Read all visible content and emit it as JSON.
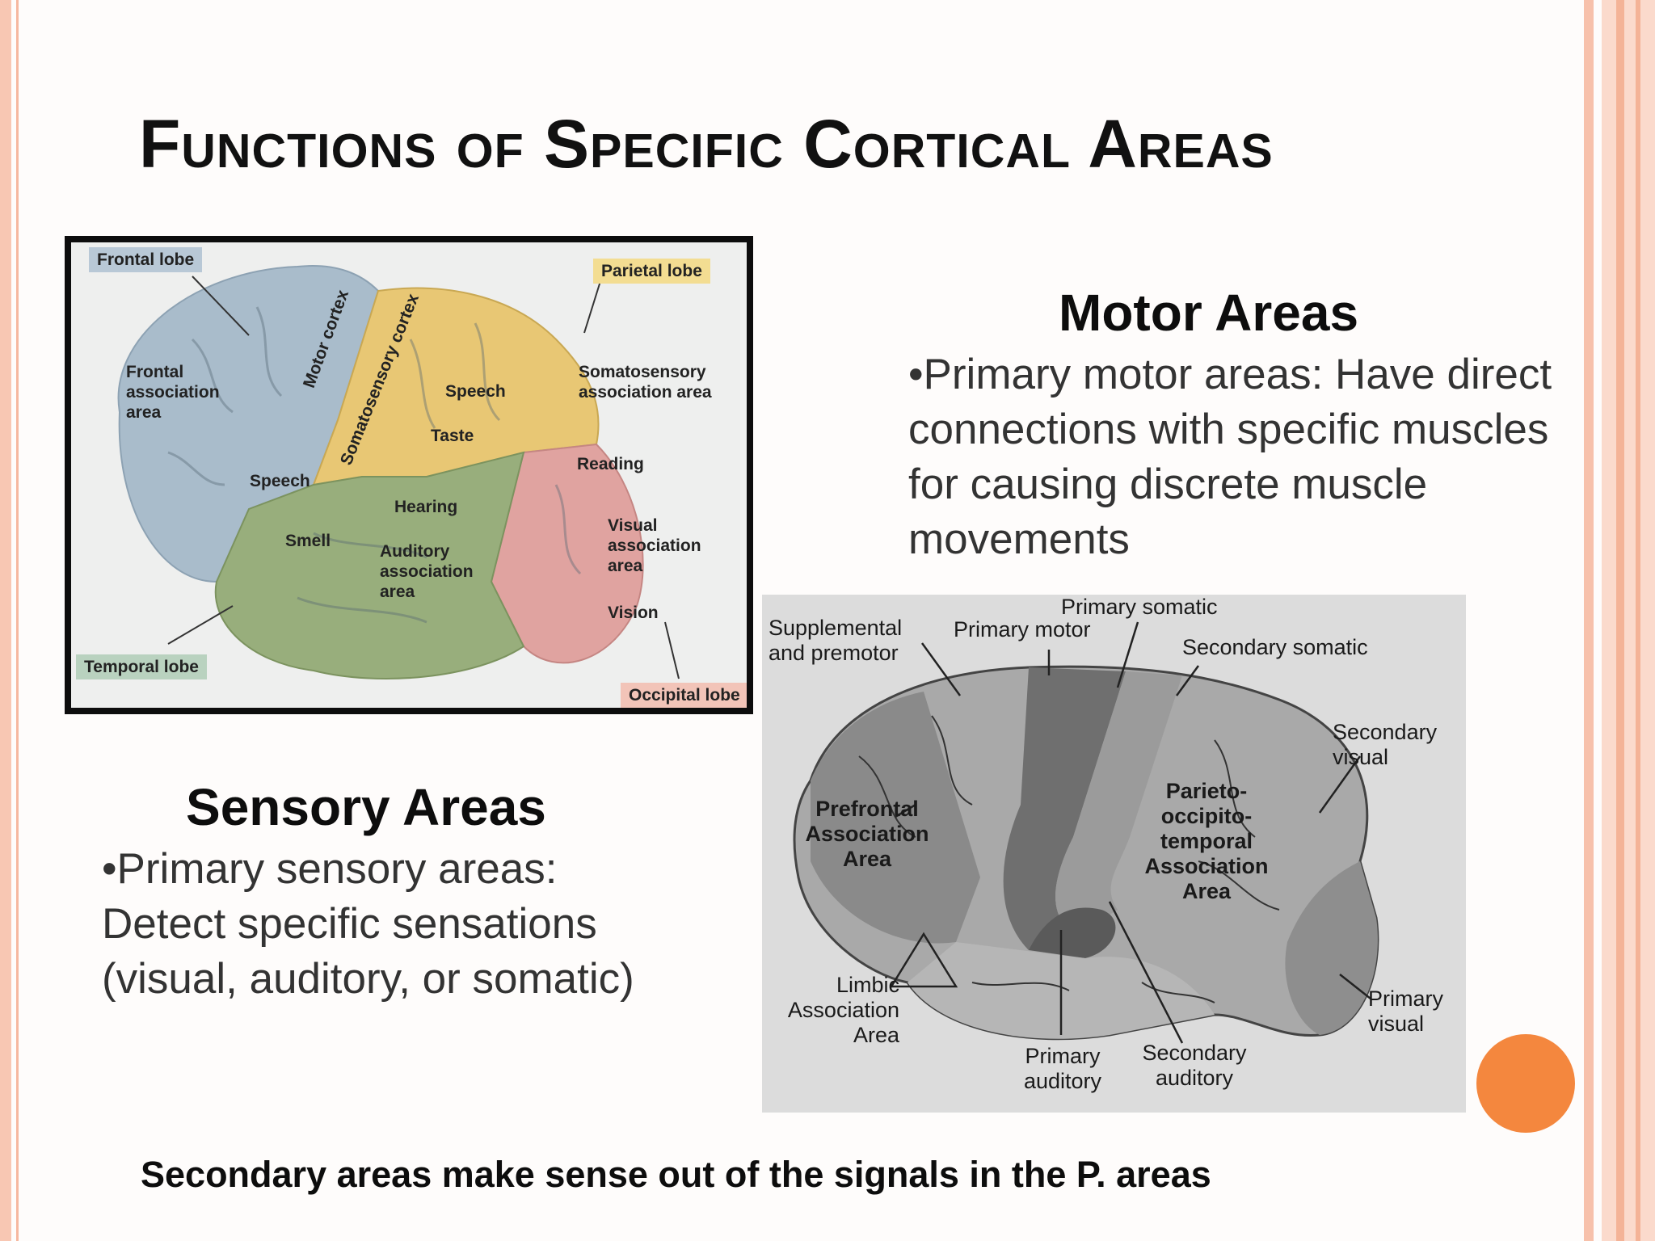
{
  "slide": {
    "title": "Functions of Specific Cortical Areas",
    "footer": "Secondary areas make sense out of the signals in the P. areas"
  },
  "motor": {
    "heading": "Motor Areas",
    "text": "•Primary motor areas: Have direct connections with specific muscles for causing discrete muscle movements"
  },
  "sensory": {
    "heading": "Sensory Areas",
    "text": "•Primary sensory areas: Detect specific sensations (visual, auditory, or somatic)"
  },
  "figure1": {
    "frontal_lobe": "Frontal lobe",
    "parietal_lobe": "Parietal lobe",
    "temporal_lobe": "Temporal lobe",
    "occipital_lobe": "Occipital lobe",
    "motor_cortex": "Motor cortex",
    "somatosensory_cortex": "Somatosensory cortex",
    "frontal_association": "Frontal association area",
    "speech_upper": "Speech",
    "taste": "Taste",
    "speech_lower": "Speech",
    "somatosensory_association": "Somatosensory association area",
    "reading": "Reading",
    "hearing": "Hearing",
    "smell": "Smell",
    "auditory_association": "Auditory association area",
    "visual_association": "Visual association area",
    "vision": "Vision"
  },
  "figure2": {
    "supplemental": "Supplemental and premotor",
    "primary_motor": "Primary motor",
    "primary_somatic": "Primary somatic",
    "secondary_somatic": "Secondary somatic",
    "secondary_visual": "Secondary visual",
    "prefrontal": "Prefrontal Association Area",
    "parieto": "Parieto- occipito- temporal Association Area",
    "limbic": "Limbic Association Area",
    "primary_auditory": "Primary auditory",
    "secondary_auditory": "Secondary auditory",
    "primary_visual": "Primary visual"
  },
  "colors": {
    "frontal": "#a9bccb",
    "parietal": "#e8c774",
    "temporal": "#98ae7c",
    "occipital": "#e0a3a0",
    "accent_circle": "#f4873e",
    "frame": "#f8c7b3"
  }
}
